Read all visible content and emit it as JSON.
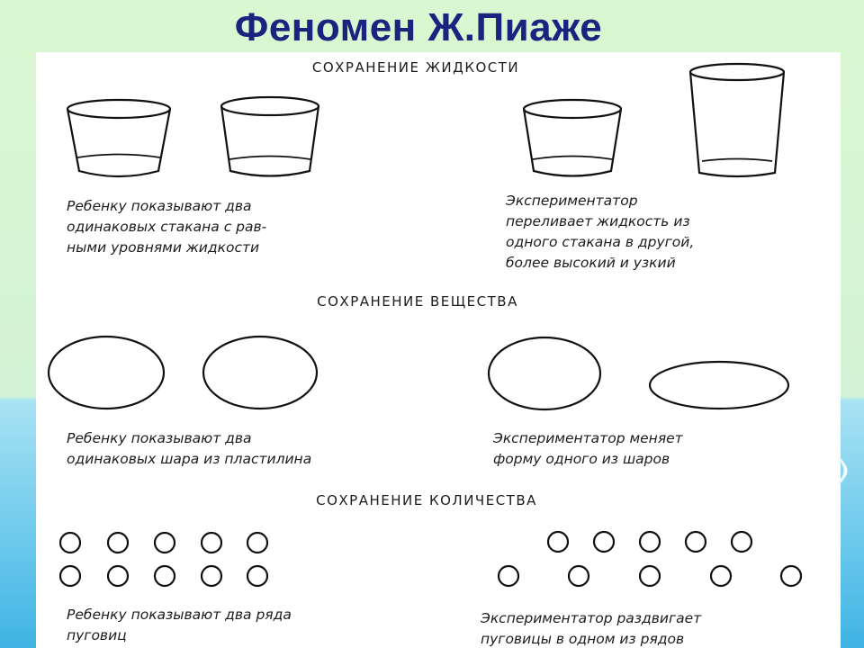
{
  "title": "Феномен Ж.Пиаже",
  "sections": {
    "liquid": {
      "title": "СОХРАНЕНИЕ ЖИДКОСТИ",
      "left_caption": [
        "Ребенку показывают два",
        "одинаковых стакана с рав-",
        "ными уровнями жидкости"
      ],
      "right_caption": [
        "Экспериментатор",
        "переливает жидкость из",
        "одного стакана в другой,",
        "более высокий и узкий"
      ]
    },
    "substance": {
      "title": "СОХРАНЕНИЕ ВЕЩЕСТВА",
      "left_caption": [
        "Ребенку показывают два",
        "одинаковых шара из пластилина"
      ],
      "right_caption": [
        "Экспериментатор меняет",
        "форму одного из шаров"
      ]
    },
    "quantity": {
      "title": "СОХРАНЕНИЕ КОЛИЧЕСТВА",
      "left_caption": [
        "Ребенку показывают два ряда",
        "пуговиц"
      ],
      "right_caption": [
        "Экспериментатор раздвигает",
        "пуговицы в одном из рядов"
      ],
      "left_rows": [
        5,
        5
      ],
      "right_rows": [
        5,
        5
      ]
    }
  }
}
